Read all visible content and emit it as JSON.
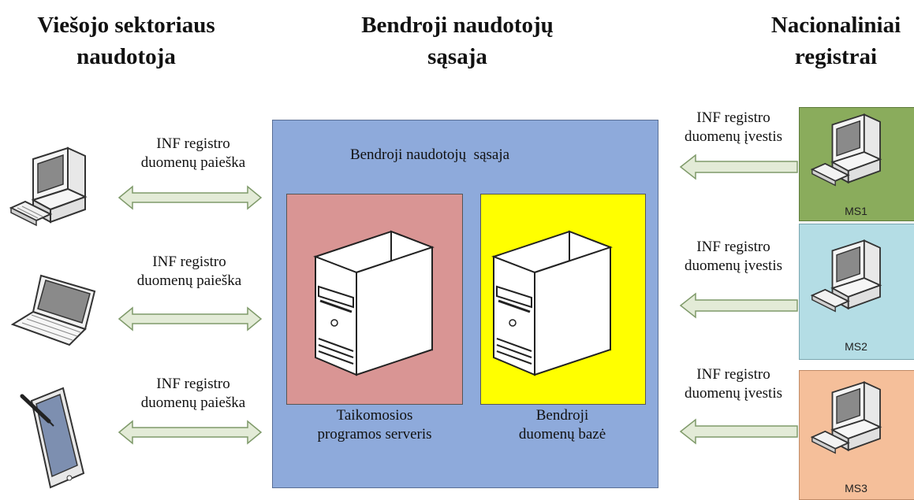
{
  "headings": {
    "left": [
      "Viešojo sektoriaus",
      "naudotoja"
    ],
    "center": [
      "Bendroji naudotojų",
      "sąsaja"
    ],
    "right": [
      "Nacionaliniai",
      "registrai"
    ]
  },
  "search_label": [
    "INF registro",
    "duomenų paieška"
  ],
  "input_label": [
    "INF registro",
    "duomenų įvestis"
  ],
  "center_box": {
    "title": "Bendroji naudotojų  sąsaja",
    "app_server": [
      "Taikomosios",
      "programos serveris"
    ],
    "database": [
      "Bendroji",
      "duomenų bazė"
    ]
  },
  "registers": [
    "MS1",
    "MS2",
    "MS3"
  ],
  "colors": {
    "center_box": "#8eaadb",
    "app_server_box": "#d99594",
    "database_box": "#ffff00",
    "ms1": "#8aac5c",
    "ms2": "#b4dde5",
    "ms3": "#f5bf9a",
    "arrow": "#e3ebd7"
  }
}
